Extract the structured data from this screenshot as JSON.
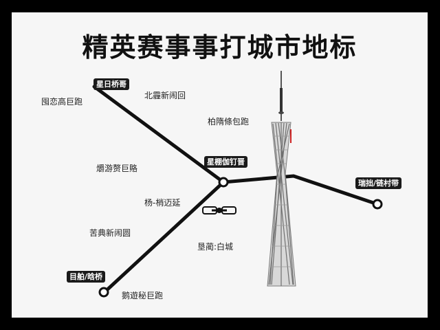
{
  "title": "精英赛事事打城市地标",
  "stations": {
    "top_left": "星日桥哥",
    "center": "星棚伽钉晋",
    "right": "瑞拙/链村带",
    "bottom_left": "目舶/晗桥"
  },
  "labels": {
    "l1": "囤恋高巨跑",
    "l2": "北霾新闹回",
    "l3": "柏隋條包跑",
    "l4": "爝游赘巨賂",
    "l5": "杨-梢迈延",
    "l6": "苦典新闹圆",
    "l7": "垦蔺:白城",
    "l8": "鹅遊秘巨跑"
  },
  "colors": {
    "line": "#111111",
    "tower": "#8a8a8a",
    "accent": "#cc2222"
  },
  "icons": {
    "center_icon": "link-icon",
    "tower": "tv-tower-icon"
  }
}
